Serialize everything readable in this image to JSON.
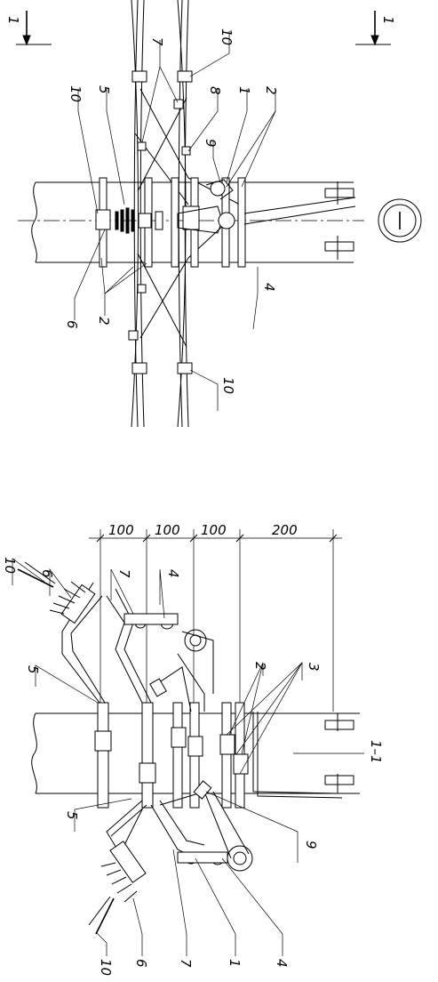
{
  "top_view": {
    "section_mark_left": "1",
    "section_mark_right": "1",
    "leaders": [
      {
        "id": "l10a",
        "text": "10"
      },
      {
        "id": "l5",
        "text": "5"
      },
      {
        "id": "l7",
        "text": "7"
      },
      {
        "id": "l10b",
        "text": "10"
      },
      {
        "id": "l8",
        "text": "8"
      },
      {
        "id": "l1",
        "text": "1"
      },
      {
        "id": "l2a",
        "text": "2"
      },
      {
        "id": "l9",
        "text": "9"
      },
      {
        "id": "l4",
        "text": "4"
      },
      {
        "id": "l6",
        "text": "6"
      },
      {
        "id": "l2b",
        "text": "2"
      },
      {
        "id": "l10c",
        "text": "10"
      }
    ]
  },
  "section_view": {
    "title": "1–1",
    "dimensions": [
      "100",
      "100",
      "100",
      "200"
    ],
    "leaders": [
      {
        "id": "s10a",
        "text": "10"
      },
      {
        "id": "s6a",
        "text": "6"
      },
      {
        "id": "s7a",
        "text": "7"
      },
      {
        "id": "s4a",
        "text": "4"
      },
      {
        "id": "s5a",
        "text": "5"
      },
      {
        "id": "s2",
        "text": "2"
      },
      {
        "id": "s3",
        "text": "3"
      },
      {
        "id": "s5b",
        "text": "5"
      },
      {
        "id": "s9",
        "text": "9"
      },
      {
        "id": "s10b",
        "text": "10"
      },
      {
        "id": "s6b",
        "text": "6"
      },
      {
        "id": "s7b",
        "text": "7"
      },
      {
        "id": "s1",
        "text": "1"
      },
      {
        "id": "s4b",
        "text": "4"
      }
    ]
  }
}
